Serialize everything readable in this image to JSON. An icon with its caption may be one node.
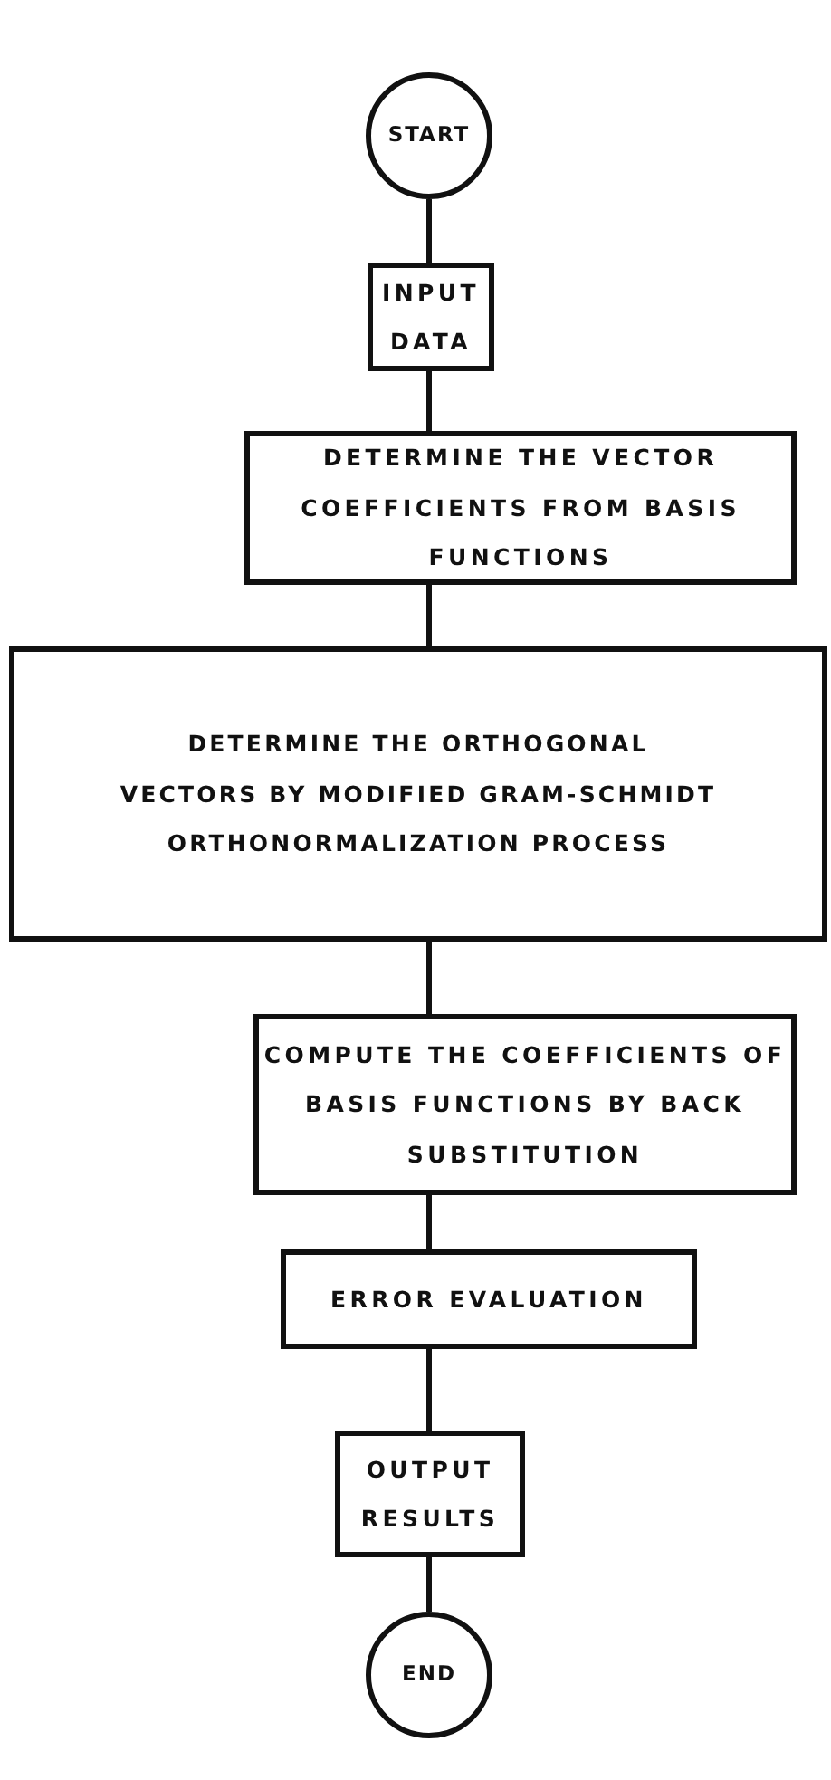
{
  "diagram": {
    "nodes": [
      {
        "text": [
          "START"
        ]
      },
      {
        "text": [
          "INPUT DATA"
        ]
      },
      {
        "text": [
          "DETERMINE THE VECTOR COEFFICIENTS FROM BASIS FUNCTIONS"
        ]
      },
      {
        "text": [
          "DETERMINE THE ORTHOGONAL VECTORS BY MODIFIED GRAM-SCHMIDT ORTHONORMALIZATION PROCESS"
        ]
      },
      {
        "text": [
          "COMPUTE THE COEFFICIENTS OF BASIS FUNCTIONS BY BACK SUBSTITUTION"
        ]
      },
      {
        "text": [
          "ERROR EVALUATION"
        ]
      },
      {
        "text": [
          "OUTPUT RESULTS"
        ]
      },
      {
        "text": [
          "END"
        ]
      }
    ],
    "edges": [
      {
        "from": 0,
        "to": 1,
        "arrow": "none"
      },
      {
        "from": 1,
        "to": 2,
        "arrow": "none"
      },
      {
        "from": 2,
        "to": 3,
        "arrow": "none"
      },
      {
        "from": 3,
        "to": 4,
        "arrow": "none"
      },
      {
        "from": 4,
        "to": 5,
        "arrow": "none"
      },
      {
        "from": 5,
        "to": 6,
        "arrow": "none"
      },
      {
        "from": 6,
        "to": 7,
        "arrow": "none"
      }
    ]
  }
}
